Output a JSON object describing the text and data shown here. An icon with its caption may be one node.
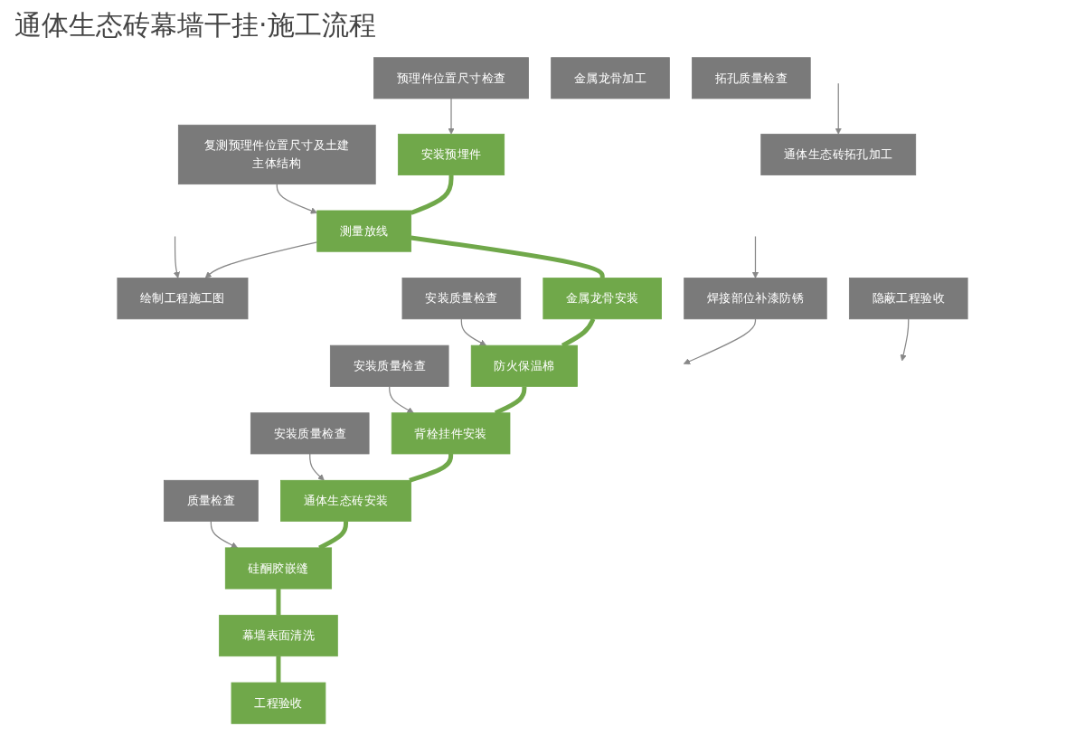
{
  "diagram": {
    "title": "通体生态砖幕墙干挂·施工流程",
    "nodes": [
      {
        "text": [
          "安装预埋件"
        ]
      },
      {
        "text": [
          "预理件位置尺寸检查"
        ]
      },
      {
        "text": [
          "测量放线"
        ]
      },
      {
        "text": [
          "复测预理件位置尺寸及土建主体结构"
        ]
      },
      {
        "text": [
          "绘制工程施工图"
        ]
      },
      {
        "text": [
          "金属龙骨加工"
        ]
      },
      {
        "text": [
          "金属龙骨安装"
        ]
      },
      {
        "text": [
          "焊接部位补漆防锈"
        ]
      },
      {
        "text": [
          "隐蔽工程验收"
        ]
      },
      {
        "text": [
          "防火保温棉"
        ]
      },
      {
        "text": [
          "安装质量检查"
        ]
      },
      {
        "text": [
          "通体生态砖拓孔加工"
        ]
      },
      {
        "text": [
          "背栓挂件安装"
        ]
      },
      {
        "text": [
          "安装质量检查"
        ]
      },
      {
        "text": [
          "拓孔质量检查"
        ]
      },
      {
        "text": [
          "通体生态砖安装"
        ]
      },
      {
        "text": [
          "安装质量检查"
        ]
      },
      {
        "text": [
          "硅酮胶嵌缝"
        ]
      },
      {
        "text": [
          "质量检查"
        ]
      },
      {
        "text": [
          "幕墙表面清洗"
        ]
      },
      {
        "text": [
          "工程验收"
        ]
      }
    ],
    "edges": [
      {
        "from": 0,
        "to": 2,
        "arrow": "none",
        "style": "thick",
        "color": "#70a84a"
      },
      {
        "from": 2,
        "to": 6,
        "arrow": "none",
        "style": "thick",
        "color": "#70a84a"
      },
      {
        "from": 6,
        "to": 9,
        "arrow": "none",
        "style": "thick",
        "color": "#70a84a"
      },
      {
        "from": 9,
        "to": 12,
        "arrow": "none",
        "style": "thick",
        "color": "#70a84a"
      },
      {
        "from": 12,
        "to": 15,
        "arrow": "none",
        "style": "thick",
        "color": "#70a84a"
      },
      {
        "from": 15,
        "to": 17,
        "arrow": "none",
        "style": "thick",
        "color": "#70a84a"
      },
      {
        "from": 17,
        "to": 19,
        "arrow": "none",
        "style": "thick",
        "color": "#70a84a"
      },
      {
        "from": 19,
        "to": 20,
        "arrow": "none",
        "style": "thick",
        "color": "#70a84a"
      },
      {
        "from": 1,
        "to": 0,
        "arrow": "to"
      },
      {
        "from": 3,
        "to": 2,
        "arrow": "to"
      },
      {
        "from": 2,
        "to": 4,
        "arrow": "to"
      },
      {
        "from": 7,
        "to": null,
        "arrow": "to"
      },
      {
        "from": 8,
        "to": null,
        "arrow": "to"
      },
      {
        "from": 10,
        "to": 9,
        "arrow": "to"
      },
      {
        "from": 13,
        "to": 12,
        "arrow": "to"
      },
      {
        "from": 16,
        "to": 15,
        "arrow": "to"
      },
      {
        "from": 18,
        "to": 17,
        "arrow": "to"
      },
      {
        "from": null,
        "to": 4,
        "arrow": "to"
      },
      {
        "from": null,
        "to": 7,
        "arrow": "to"
      },
      {
        "from": null,
        "to": 11,
        "arrow": "to"
      }
    ]
  }
}
